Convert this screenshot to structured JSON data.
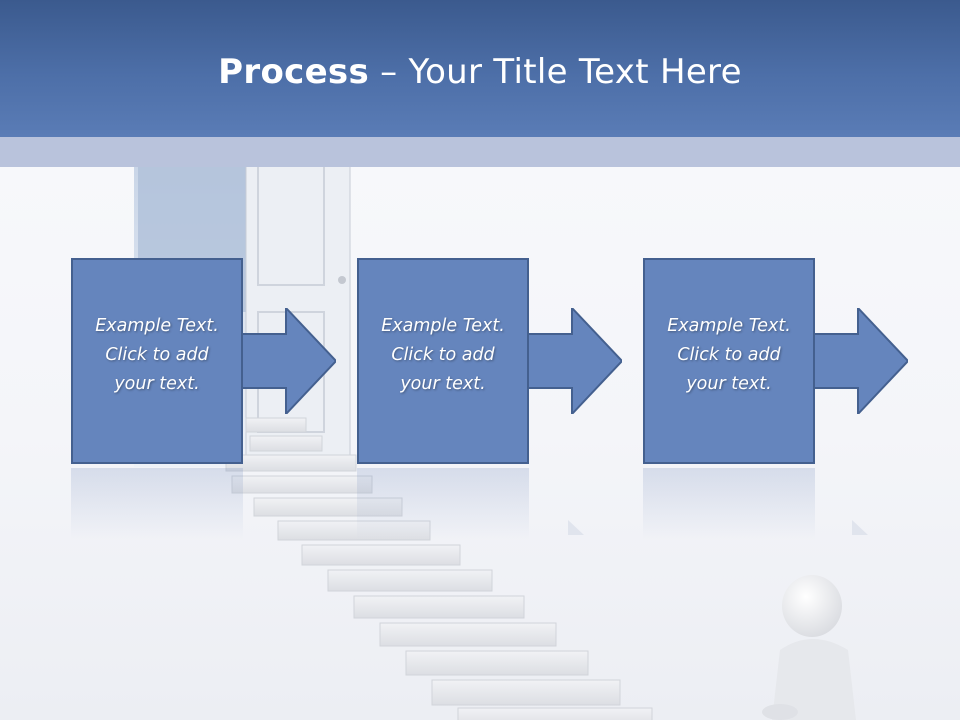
{
  "slide": {
    "title_bold": "Process",
    "title_separator": " – ",
    "title_rest": "Your Title Text Here"
  },
  "steps": [
    {
      "line1": "Example Text.",
      "line2": "Click  to add",
      "line3": "your text."
    },
    {
      "line1": "Example Text.",
      "line2": "Click  to add",
      "line3": "your text."
    },
    {
      "line1": "Example Text.",
      "line2": "Click  to add",
      "line3": "your text."
    }
  ],
  "colors": {
    "header": "#4d6fa8",
    "sub_band": "#b9c3dc",
    "box_fill": "#6585bd",
    "box_border": "#44608f"
  },
  "decor": {
    "background_image": "doorway-staircase-figure-illustration"
  }
}
